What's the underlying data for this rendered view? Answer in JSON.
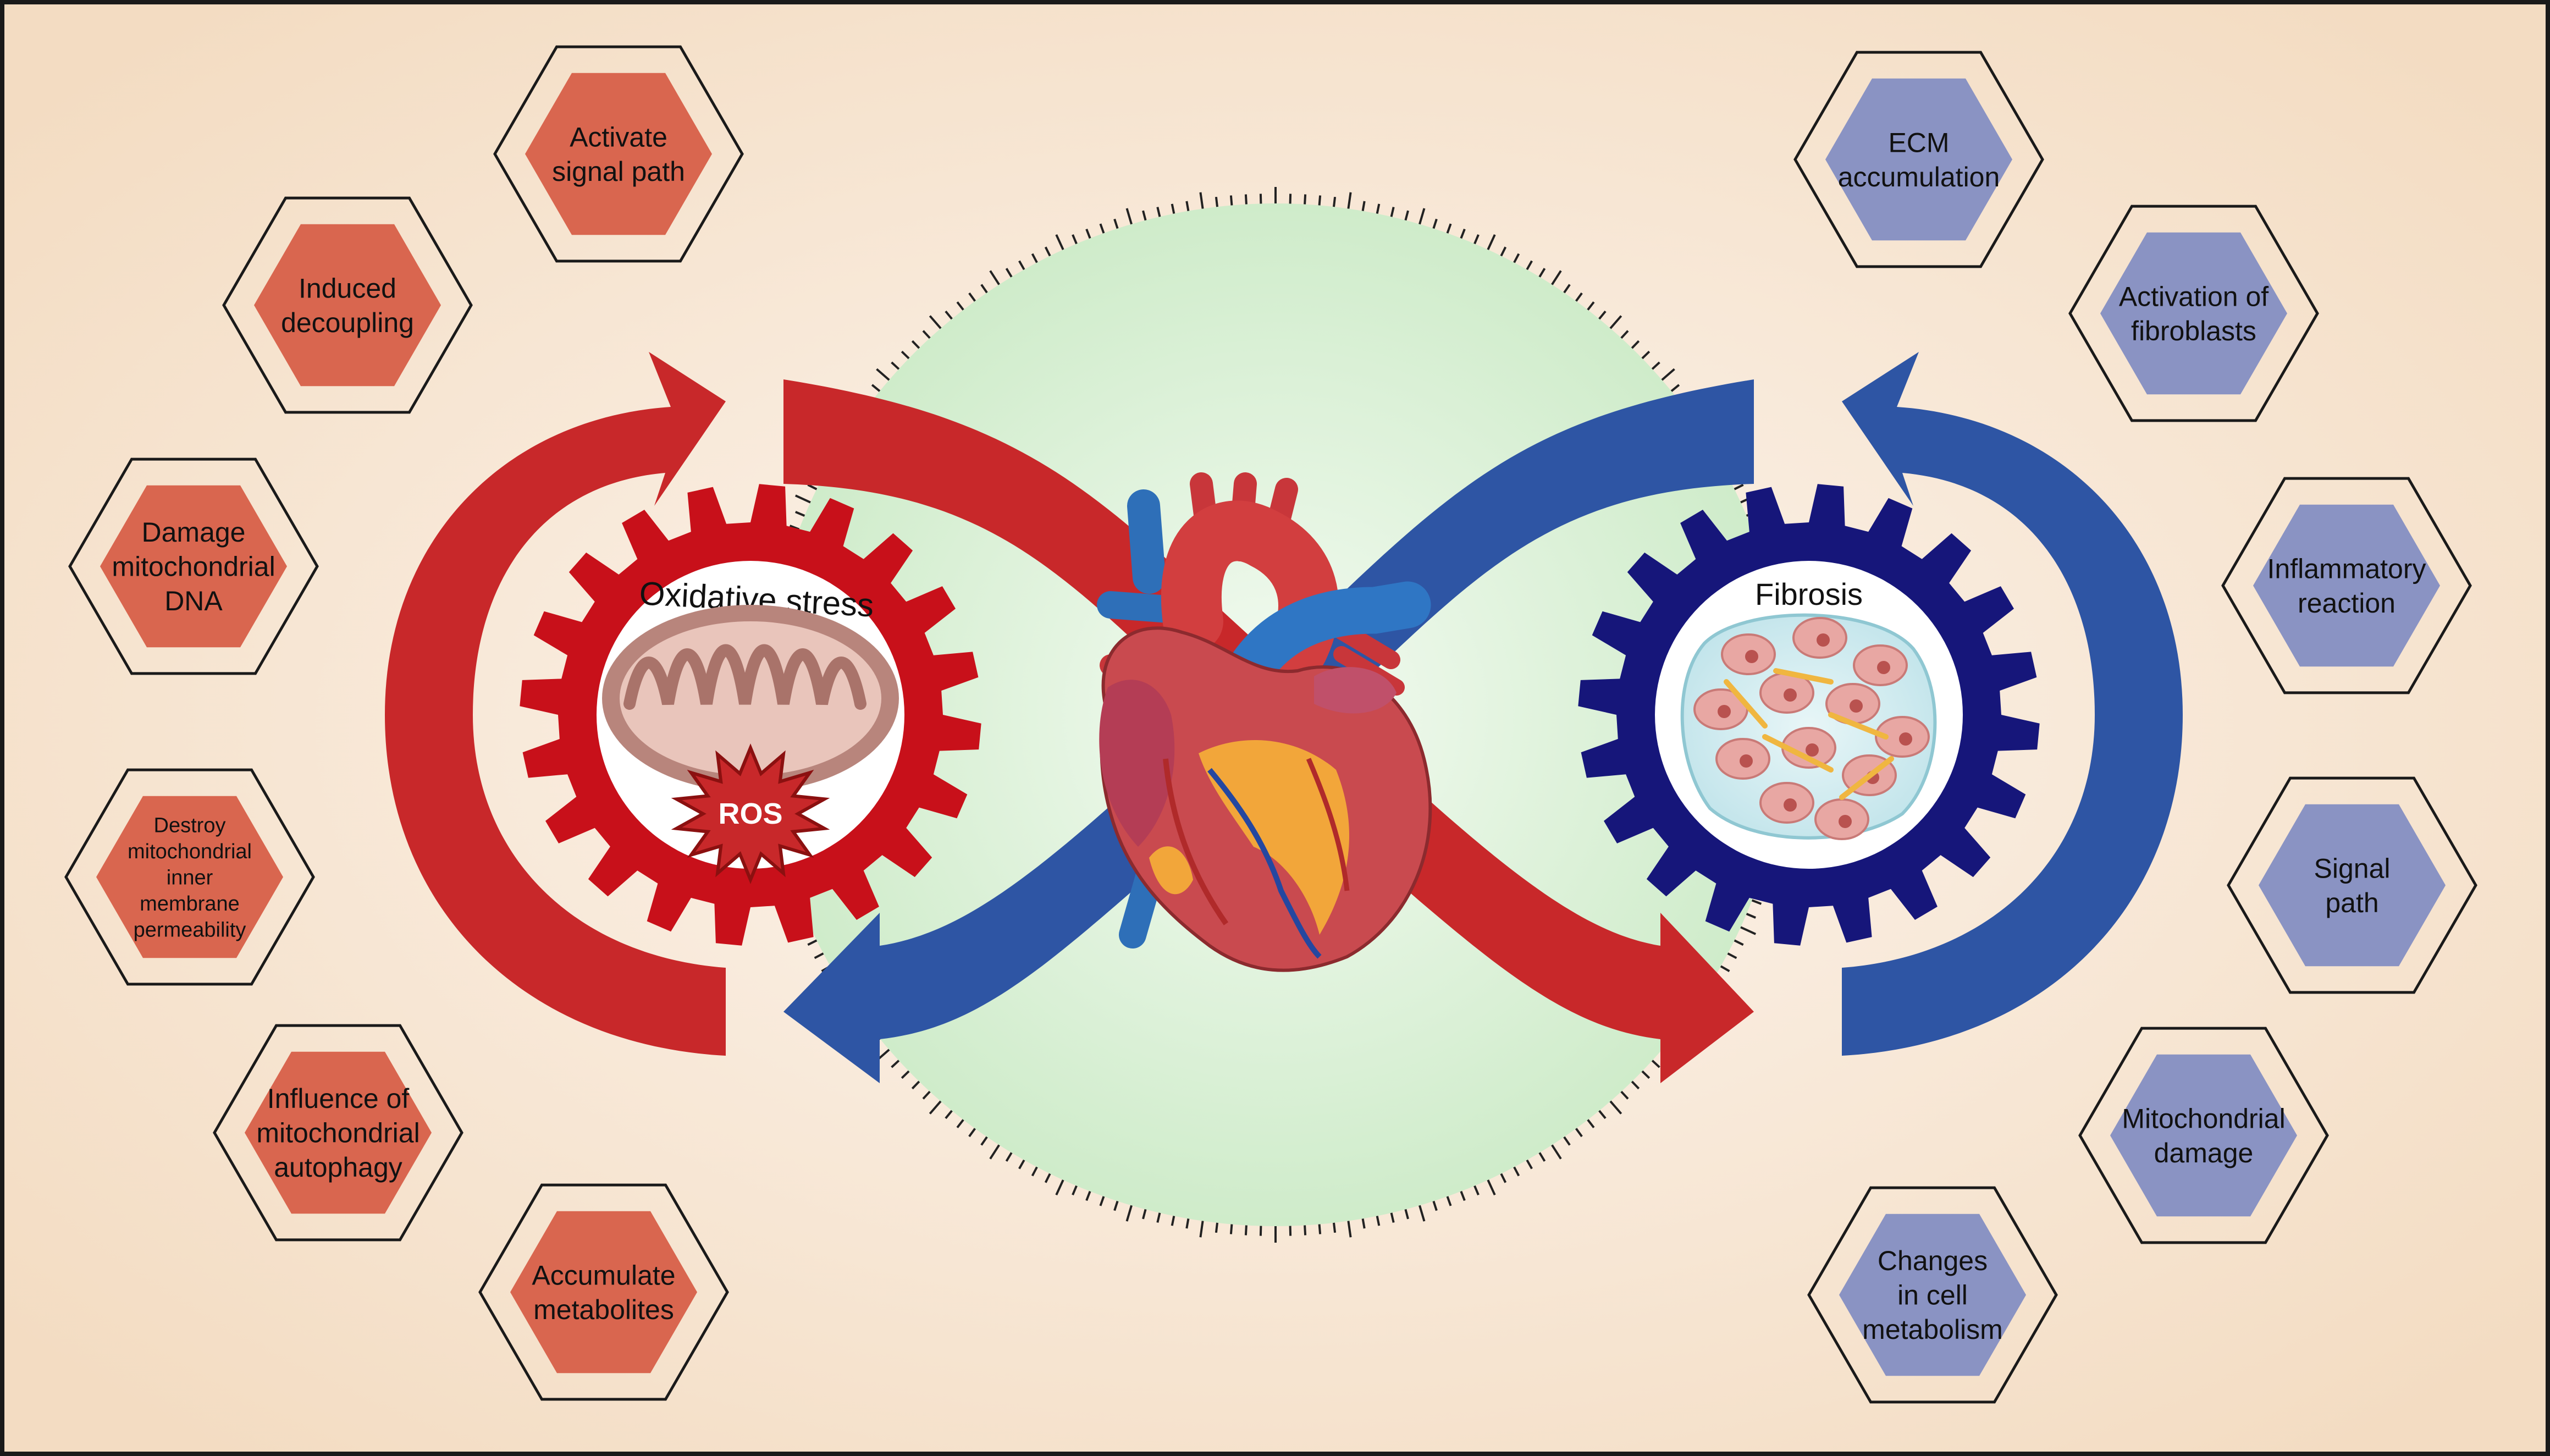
{
  "colors": {
    "left_theme": "#c8282a",
    "left_hex_fill": "#d9664f",
    "right_theme": "#2e55a4",
    "right_gear": "#16167a",
    "right_hex_fill": "#8a93c3",
    "center_circle": "#d4eed0",
    "background": "#f6e5d2"
  },
  "left_gear": {
    "label": "Oxidative stress",
    "badge": "ROS",
    "icon": "mitochondrion-icon"
  },
  "right_gear": {
    "label": "Fibrosis",
    "icon": "fibrotic-tissue-icon"
  },
  "center": {
    "icon": "heart-icon"
  },
  "left_hexagons": [
    {
      "lines": [
        "Activate",
        "signal path"
      ]
    },
    {
      "lines": [
        "Induced",
        "decoupling"
      ]
    },
    {
      "lines": [
        "Damage",
        "mitochondrial",
        "DNA"
      ]
    },
    {
      "lines": [
        "Destroy",
        "mitochondrial",
        "inner",
        "membrane",
        "permeability"
      ]
    },
    {
      "lines": [
        "Influence of",
        "mitochondrial",
        "autophagy"
      ]
    },
    {
      "lines": [
        "Accumulate",
        "metabolites"
      ]
    }
  ],
  "right_hexagons": [
    {
      "lines": [
        "ECM",
        "accumulation"
      ]
    },
    {
      "lines": [
        "Activation of",
        "fibroblasts"
      ]
    },
    {
      "lines": [
        "Inflammatory",
        "reaction"
      ]
    },
    {
      "lines": [
        "Signal",
        "path"
      ]
    },
    {
      "lines": [
        "Mitochondrial",
        "damage"
      ]
    },
    {
      "lines": [
        "Changes",
        "in  cell",
        "metabolism"
      ]
    }
  ]
}
